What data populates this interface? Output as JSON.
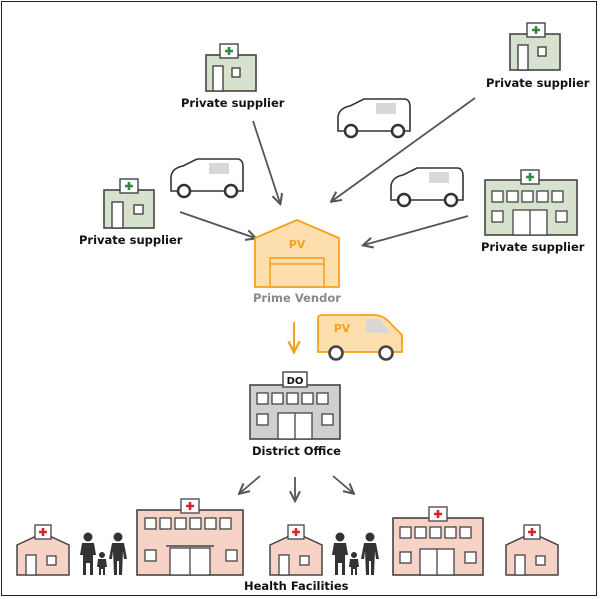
{
  "labels": {
    "supplier_top_center": "Private supplier",
    "supplier_top_right": "Private supplier",
    "supplier_left": "Private supplier",
    "supplier_right": "Private supplier",
    "prime_vendor": "Prime Vendor",
    "district_office": "District Office",
    "health_facilities": "Health Facilities"
  },
  "badges": {
    "prime_vendor": "PV",
    "prime_vendor_van": "PV",
    "district_office": "DO"
  },
  "colors": {
    "supplier_fill": "#d6e2cd",
    "pv_fill": "#fddfae",
    "pv_accent": "#f4a11e",
    "district_fill": "#cfcfcf",
    "facility_fill": "#f7d3c7",
    "cross_red": "#d6262a",
    "cross_green": "#2e8b3f"
  }
}
